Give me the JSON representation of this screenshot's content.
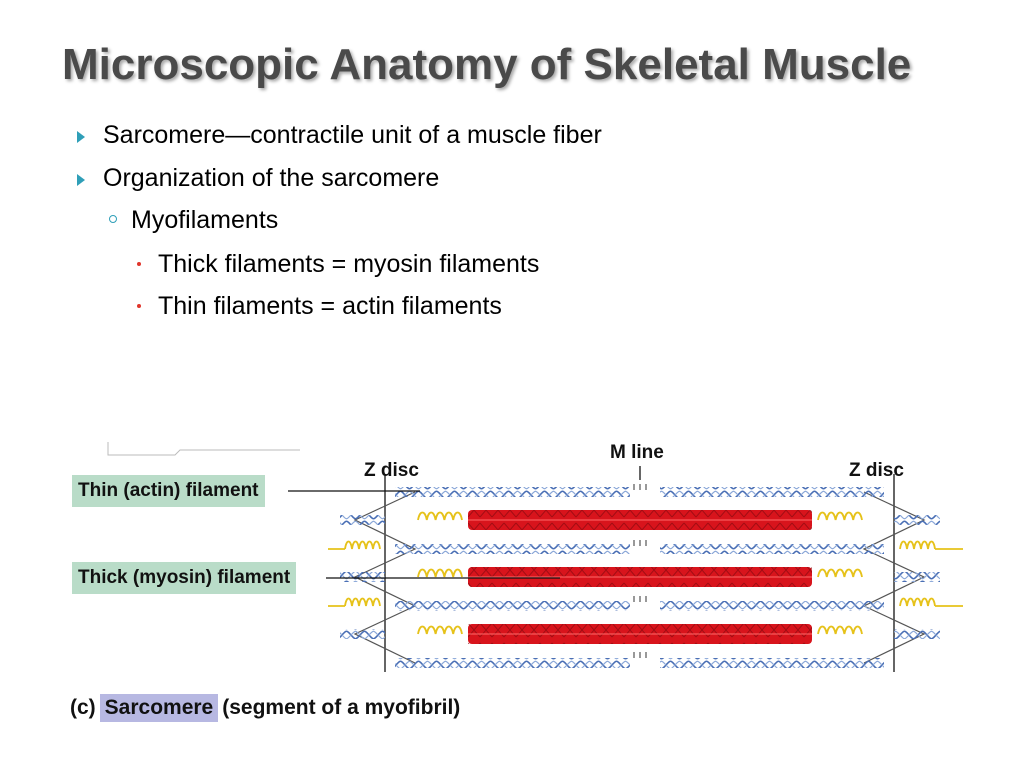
{
  "title": "Microscopic Anatomy of Skeletal Muscle",
  "bullets": [
    {
      "level": 1,
      "text": "Sarcomere—contractile unit of a muscle fiber"
    },
    {
      "level": 1,
      "text": "Organization of the sarcomere"
    },
    {
      "level": 2,
      "text": "Myofilaments"
    },
    {
      "level": 3,
      "text": "Thick filaments = myosin filaments"
    },
    {
      "level": 3,
      "text": "Thin filaments = actin filaments"
    }
  ],
  "figure": {
    "label_thin": "Thin (actin) filament",
    "label_thick": "Thick (myosin) filament",
    "z_disc_left": "Z disc",
    "z_disc_right": "Z disc",
    "m_line": "M line",
    "caption_prefix": "(c)",
    "caption_highlight": "Sarcomere",
    "caption_suffix": "(segment of a myofibril)"
  },
  "colors": {
    "title": "#4a4a4a",
    "bullet_marker": "#2f9fb8",
    "sub_bullet_marker": "#e0352b",
    "myosin": "#d8141c",
    "actin": "#4a6fb5",
    "titin": "#e6c21a",
    "label_box": "#b9dcc8",
    "caption_box": "#b7b8e2"
  },
  "icons": [
    "triangle-bullet-icon",
    "ring-bullet-icon",
    "dot-bullet-icon"
  ]
}
